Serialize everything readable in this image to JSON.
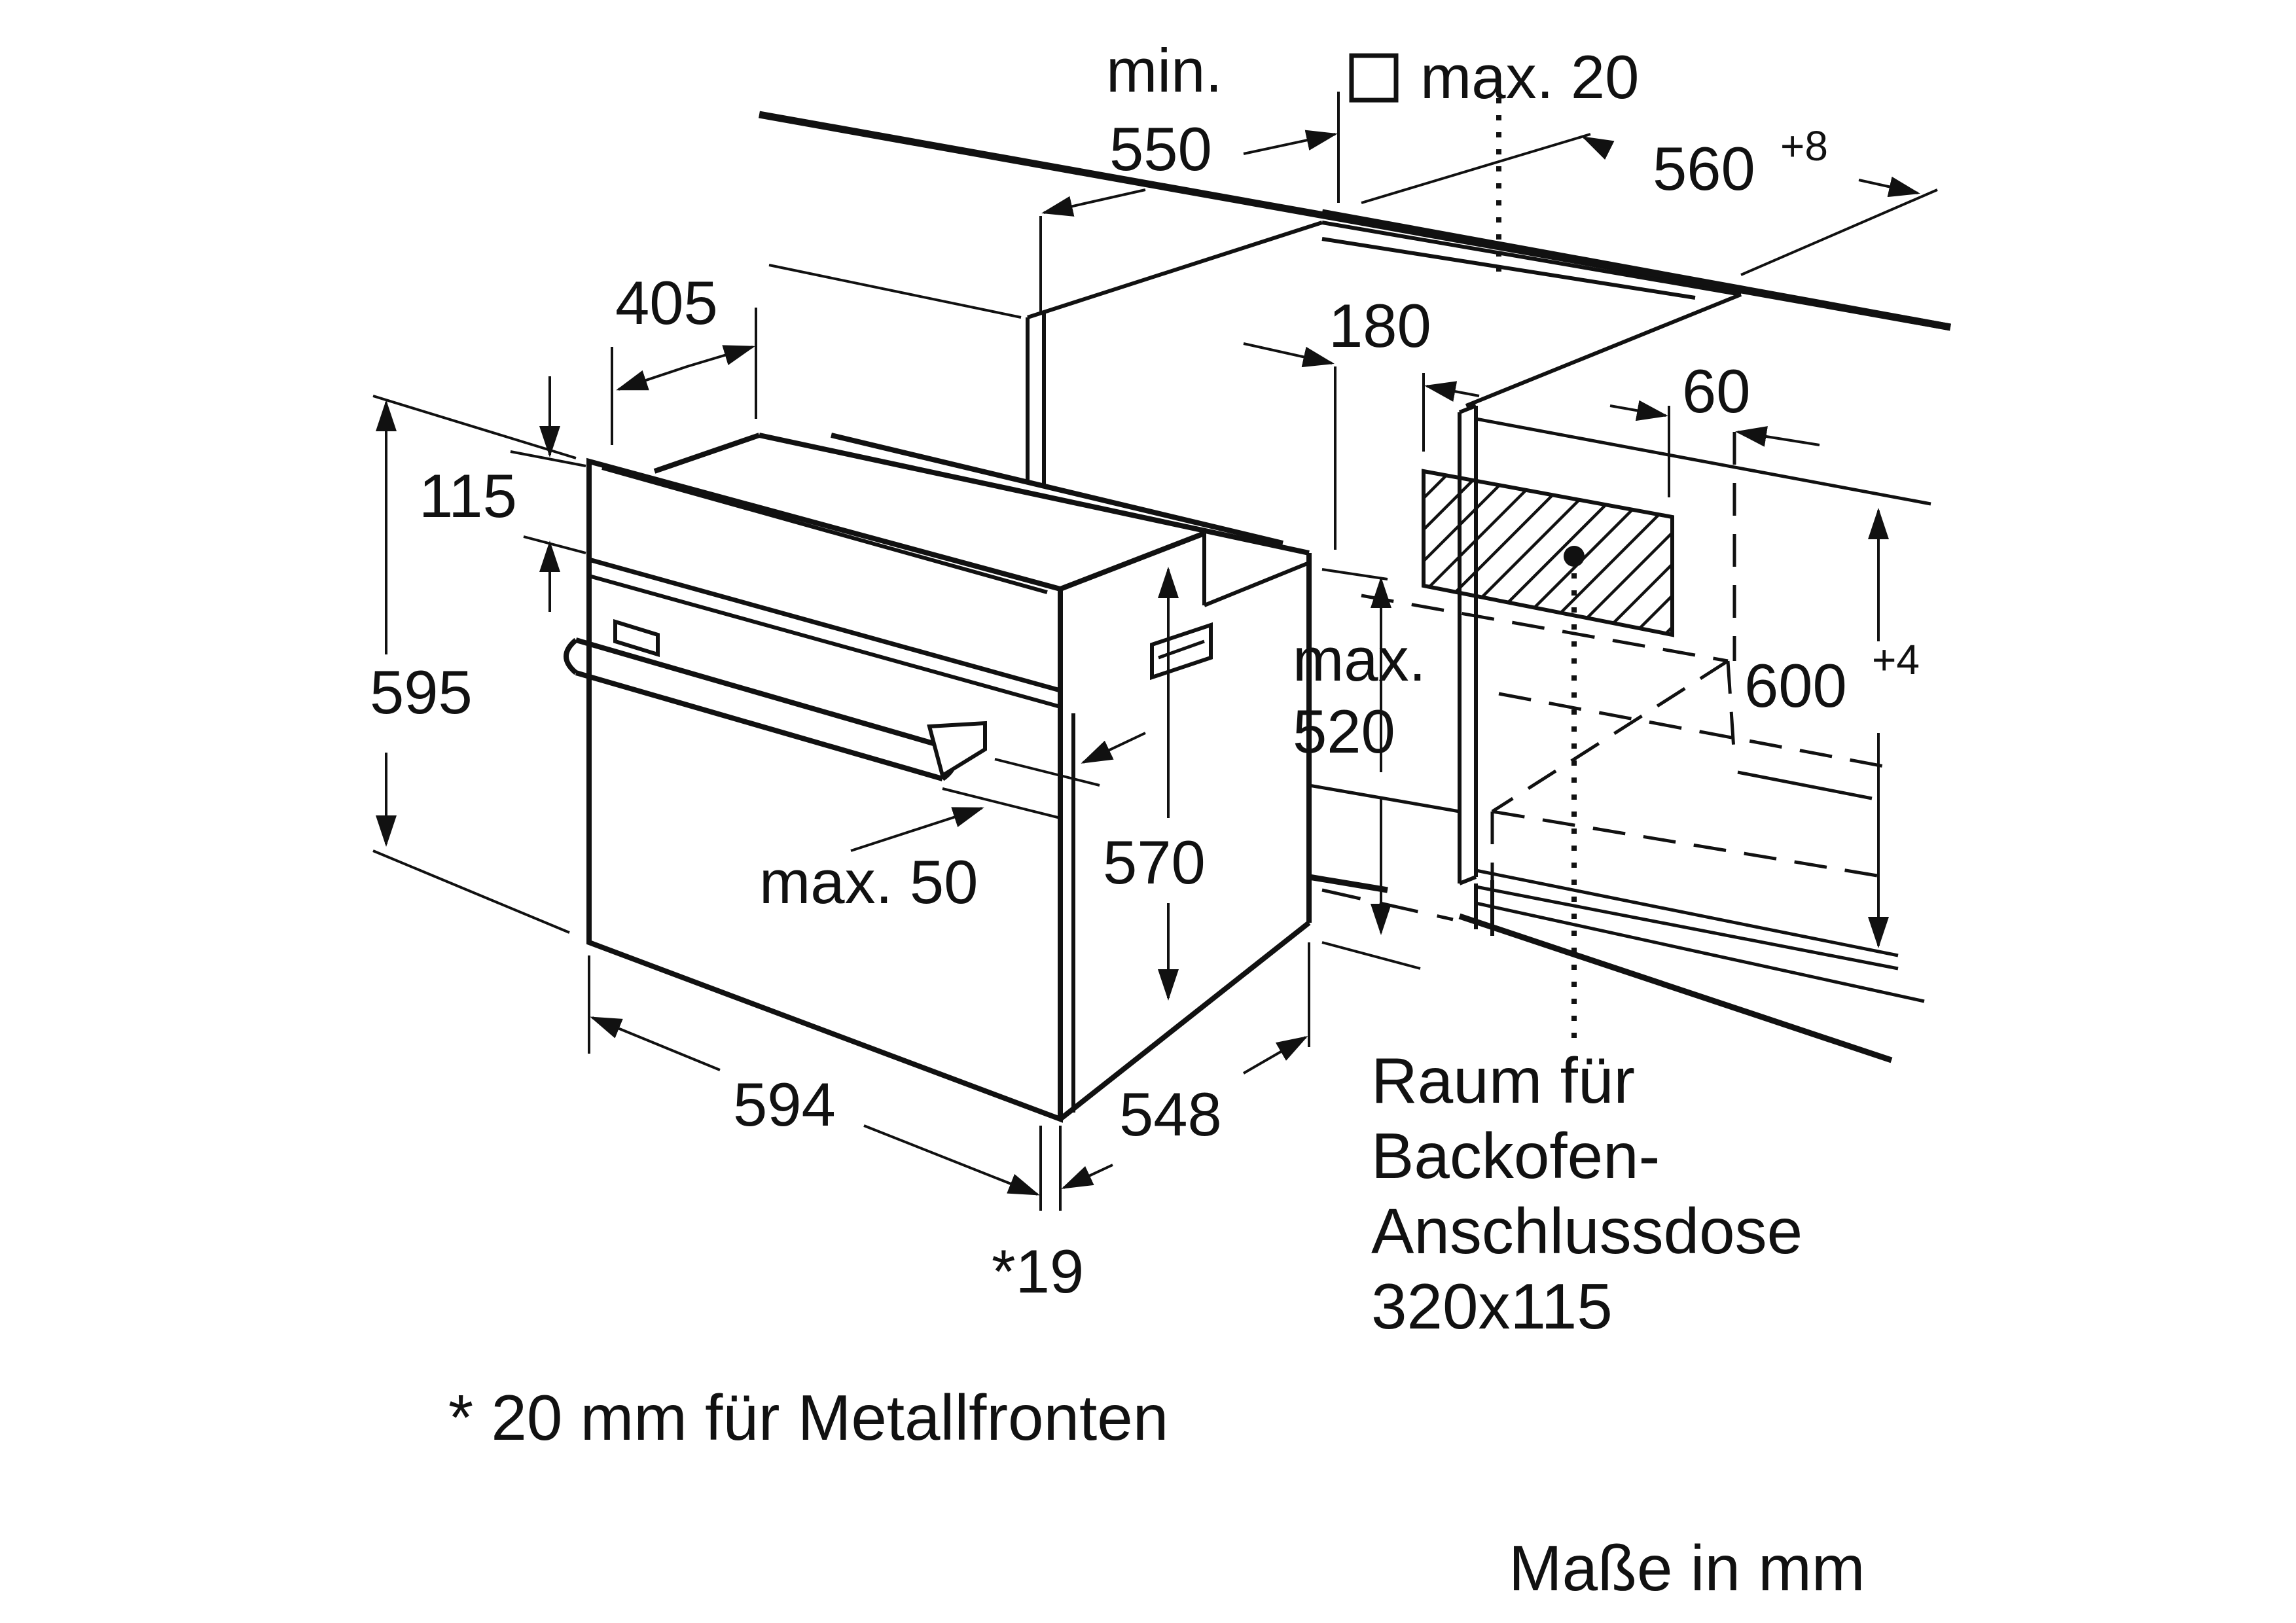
{
  "labels": {
    "min": "min.",
    "v550": "550",
    "box_max20": "max. 20",
    "v560": "560",
    "v560_tol": "+8",
    "v405": "405",
    "v180": "180",
    "v60": "60",
    "v115": "115",
    "v595": "595",
    "max520_a": "max.",
    "max520_b": "520",
    "v600": "600",
    "v600_tol": "+4",
    "v570": "570",
    "max50": "max. 50",
    "v594": "594",
    "v548": "548",
    "star19": "*19",
    "raum_1": "Raum für",
    "raum_2": "Backofen-",
    "raum_3": "Anschlussdose",
    "raum_4": "320x115",
    "footnote": "* 20 mm für Metallfronten",
    "units": "Maße in mm"
  },
  "colors": {
    "ink": "#111111",
    "background": "#ffffff"
  },
  "icons": [
    "square-box-icon",
    "hatched-socket-area"
  ]
}
